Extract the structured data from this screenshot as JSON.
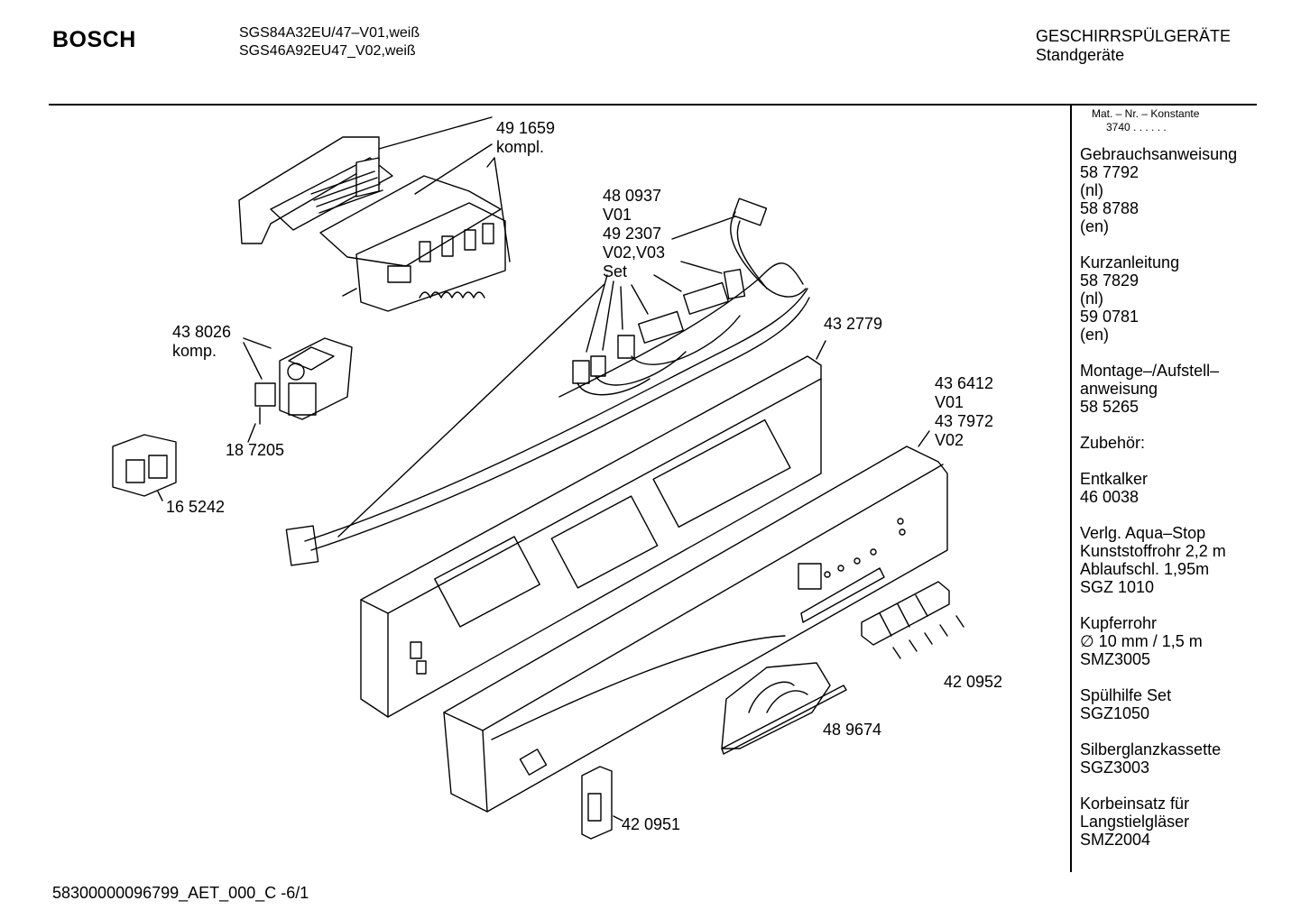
{
  "header": {
    "brand": "BOSCH",
    "models": [
      "SGS84A32EU/47–V01,weiß",
      "SGS46A92EU47_V02,weiß"
    ],
    "category": "GESCHIRRSPÜLGERÄTE",
    "subcategory": "Standgeräte"
  },
  "sidebar": {
    "mat_header": "Mat. – Nr. – Konstante",
    "mat_number": "3740 . . . . . .",
    "groups": [
      [
        "Gebrauchsanweisung",
        "58 7792",
        "(nl)",
        "58 8788",
        "(en)"
      ],
      [
        "Kurzanleitung",
        "58 7829",
        "(nl)",
        "59 0781",
        "(en)"
      ],
      [
        "Montage–/Aufstell–",
        "anweisung",
        "58 5265"
      ],
      [
        "Zubehör:"
      ],
      [
        "Entkalker",
        "46 0038"
      ],
      [
        "Verlg. Aqua–Stop",
        "Kunststoffrohr 2,2 m",
        "Ablaufschl. 1,95m",
        "SGZ 1010"
      ],
      [
        "Kupferrohr",
        "∅ 10 mm / 1,5 m",
        "SMZ3005"
      ],
      [
        "Spülhilfe Set",
        "SGZ1050"
      ],
      [
        "Silberglanzkassette",
        "SGZ3003"
      ],
      [
        "Korbeinsatz für",
        "Langstielgläser",
        "SMZ2004"
      ]
    ]
  },
  "parts": {
    "p491659": [
      "49 1659",
      "kompl."
    ],
    "p480937": [
      "48 0937",
      "V01",
      "49 2307",
      "V02,V03",
      "Set"
    ],
    "p438026": [
      "43 8026",
      "komp."
    ],
    "p432779": [
      "43 2779"
    ],
    "p436412": [
      "43 6412",
      "V01",
      "43 7972",
      "V02"
    ],
    "p187205": [
      "18 7205"
    ],
    "p165242": [
      "16 5242"
    ],
    "p420952": [
      "42 0952"
    ],
    "p489674": [
      "48 9674"
    ],
    "p420951": [
      "42 0951"
    ]
  },
  "footer": "58300000096799_AET_000_C   -6/1"
}
